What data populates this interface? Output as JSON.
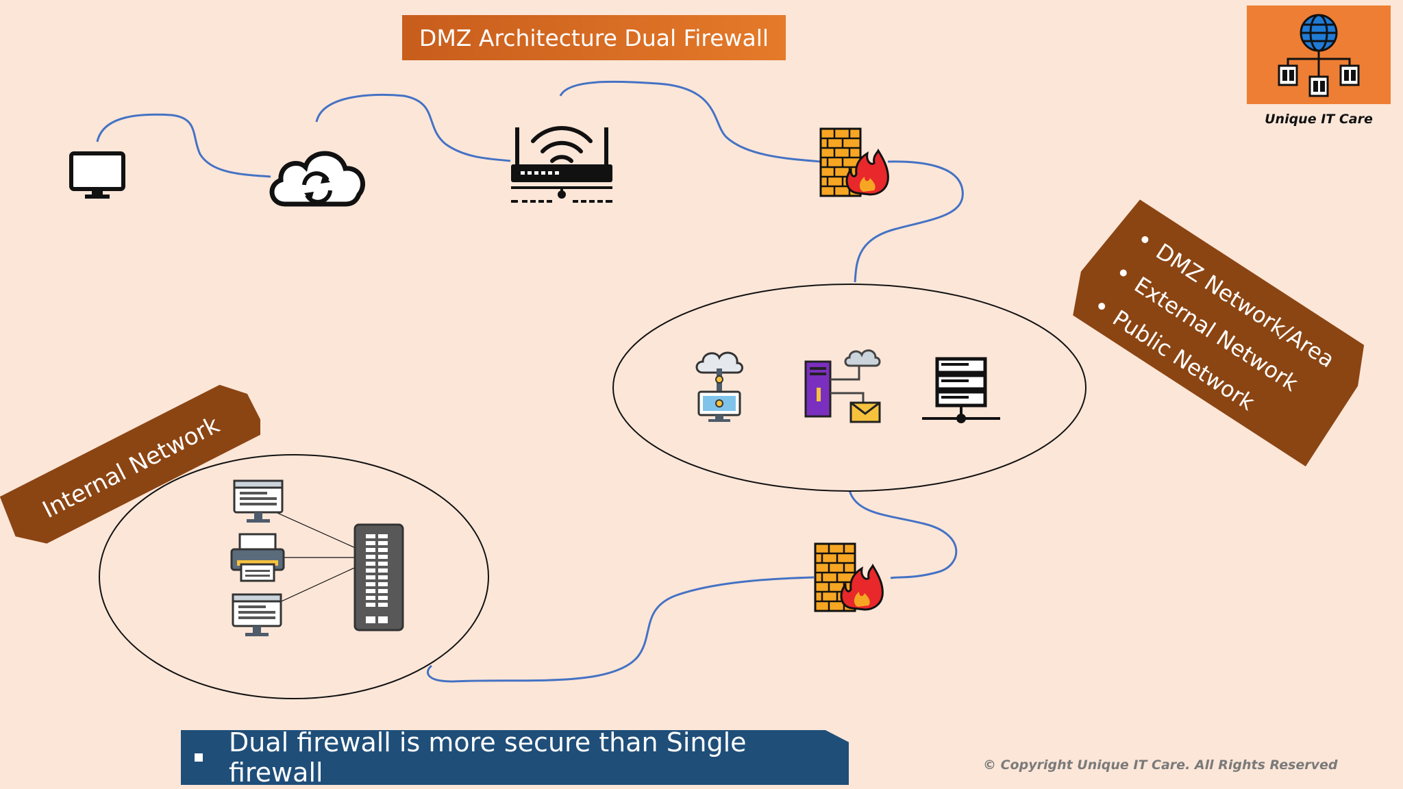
{
  "title": "DMZ Architecture Dual Firewall",
  "logo": {
    "caption": "Unique IT Care",
    "icon": "globe-network-icon"
  },
  "labels": {
    "internal_network": "Internal Network",
    "dmz_items": [
      "DMZ Network/Area",
      "External Network",
      "Public Network"
    ]
  },
  "footer": {
    "bullet_text": "Dual firewall is more secure than Single firewall"
  },
  "copyright": "© Copyright Unique IT Care. All Rights Reserved",
  "nodes": {
    "client": "monitor-icon",
    "internet": "cloud-sync-icon",
    "router": "wifi-router-icon",
    "firewall_outer": "firewall-icon",
    "firewall_inner": "firewall-icon",
    "dmz_servers": [
      "cloud-desktop-icon",
      "mail-server-icon",
      "network-server-icon"
    ],
    "internal_devices": [
      "workstation-icon",
      "printer-icon",
      "workstation-icon",
      "switch-icon"
    ]
  },
  "colors": {
    "background": "#fce6d8",
    "title_bg": "#d9691f",
    "label_bg": "#8b4513",
    "footer_bg": "#1f4e79",
    "link": "#4472c4",
    "logo_bg": "#ee7e33"
  }
}
